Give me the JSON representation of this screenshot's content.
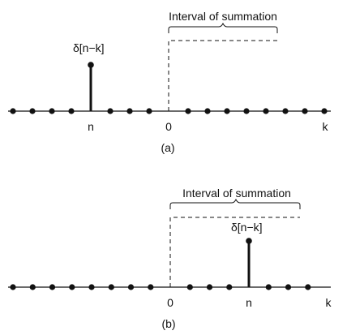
{
  "panels": [
    {
      "id": "a",
      "caption": "(a)",
      "interval_label": "Interval of summation",
      "delta_label": "δ[n−k]",
      "tick_n": "n",
      "tick_zero": "0",
      "axis_var": "k",
      "delta_index": -4,
      "sample_count_left": 8,
      "sample_count_right": 8
    },
    {
      "id": "b",
      "caption": "(b)",
      "interval_label": "Interval of summation",
      "delta_label": "δ[n−k]",
      "tick_n": "n",
      "tick_zero": "0",
      "axis_var": "k",
      "delta_index": 4,
      "sample_count_left": 8,
      "sample_count_right": 7
    }
  ]
}
